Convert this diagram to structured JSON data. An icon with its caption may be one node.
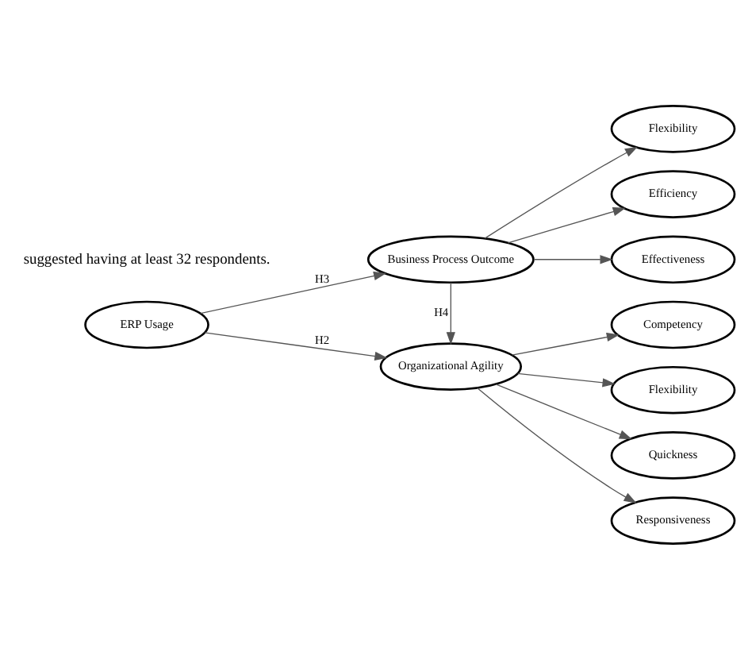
{
  "diagram": {
    "nodes": [
      {
        "text": [
          "ERP Usage"
        ]
      },
      {
        "text": [
          "Organizational Agility"
        ]
      },
      {
        "text": [
          "Competency"
        ]
      },
      {
        "text": [
          "Flexibility"
        ]
      },
      {
        "text": [
          "Quickness"
        ]
      },
      {
        "text": [
          "Responsiveness"
        ]
      },
      {
        "text": [
          "Business Process Outcome"
        ]
      },
      {
        "text": [
          "Efficiency"
        ]
      },
      {
        "text": [
          "Effectiveness"
        ]
      },
      {
        "text": [
          "Flexibility"
        ]
      }
    ],
    "edges": [
      {
        "from": 0,
        "to": 1,
        "arrow": "to",
        "label": "H2"
      },
      {
        "from": 0,
        "to": 6,
        "arrow": "to",
        "label": "H3"
      },
      {
        "from": 6,
        "to": 1,
        "arrow": "to",
        "label": "H4"
      },
      {
        "from": 1,
        "to": 2,
        "arrow": "to"
      },
      {
        "from": 1,
        "to": 3,
        "arrow": "to"
      },
      {
        "from": 1,
        "to": 4,
        "arrow": "to"
      },
      {
        "from": 1,
        "to": 5,
        "arrow": "to"
      },
      {
        "from": 6,
        "to": 7,
        "arrow": "to"
      },
      {
        "from": 6,
        "to": 8,
        "arrow": "to"
      },
      {
        "from": 6,
        "to": 9,
        "arrow": "to"
      }
    ],
    "labels": [
      "suggested having at least 32 respondents."
    ]
  }
}
